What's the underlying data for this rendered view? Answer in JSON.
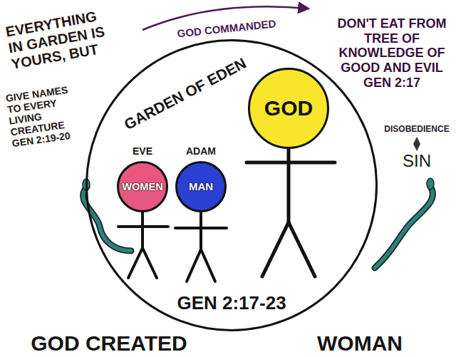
{
  "diagram": {
    "nodes": [
      {
        "text": [
          "GARDEN OF EDEN",
          "GEN 2:17-23"
        ]
      },
      {
        "text": [
          "GOD"
        ],
        "in": 0
      },
      {
        "text": [
          "EVE",
          "WOMEN"
        ],
        "in": 0
      },
      {
        "text": [
          "ADAM",
          "MAN"
        ],
        "in": 0
      }
    ],
    "labels": [
      "GOD COMMANDED",
      "EVERYTHING IN GARDEN IS YOURS, BUT",
      "GIVE NAMES TO EVERY LIVING CREATURE GEN 2:19-20",
      "DON'T EAT FROM TREE OF KNOWLEDGE OF GOOD AND EVIL GEN 2:17",
      "DISOBEDIENCE",
      "SIN",
      "GOD CREATED",
      "WOMAN"
    ]
  }
}
